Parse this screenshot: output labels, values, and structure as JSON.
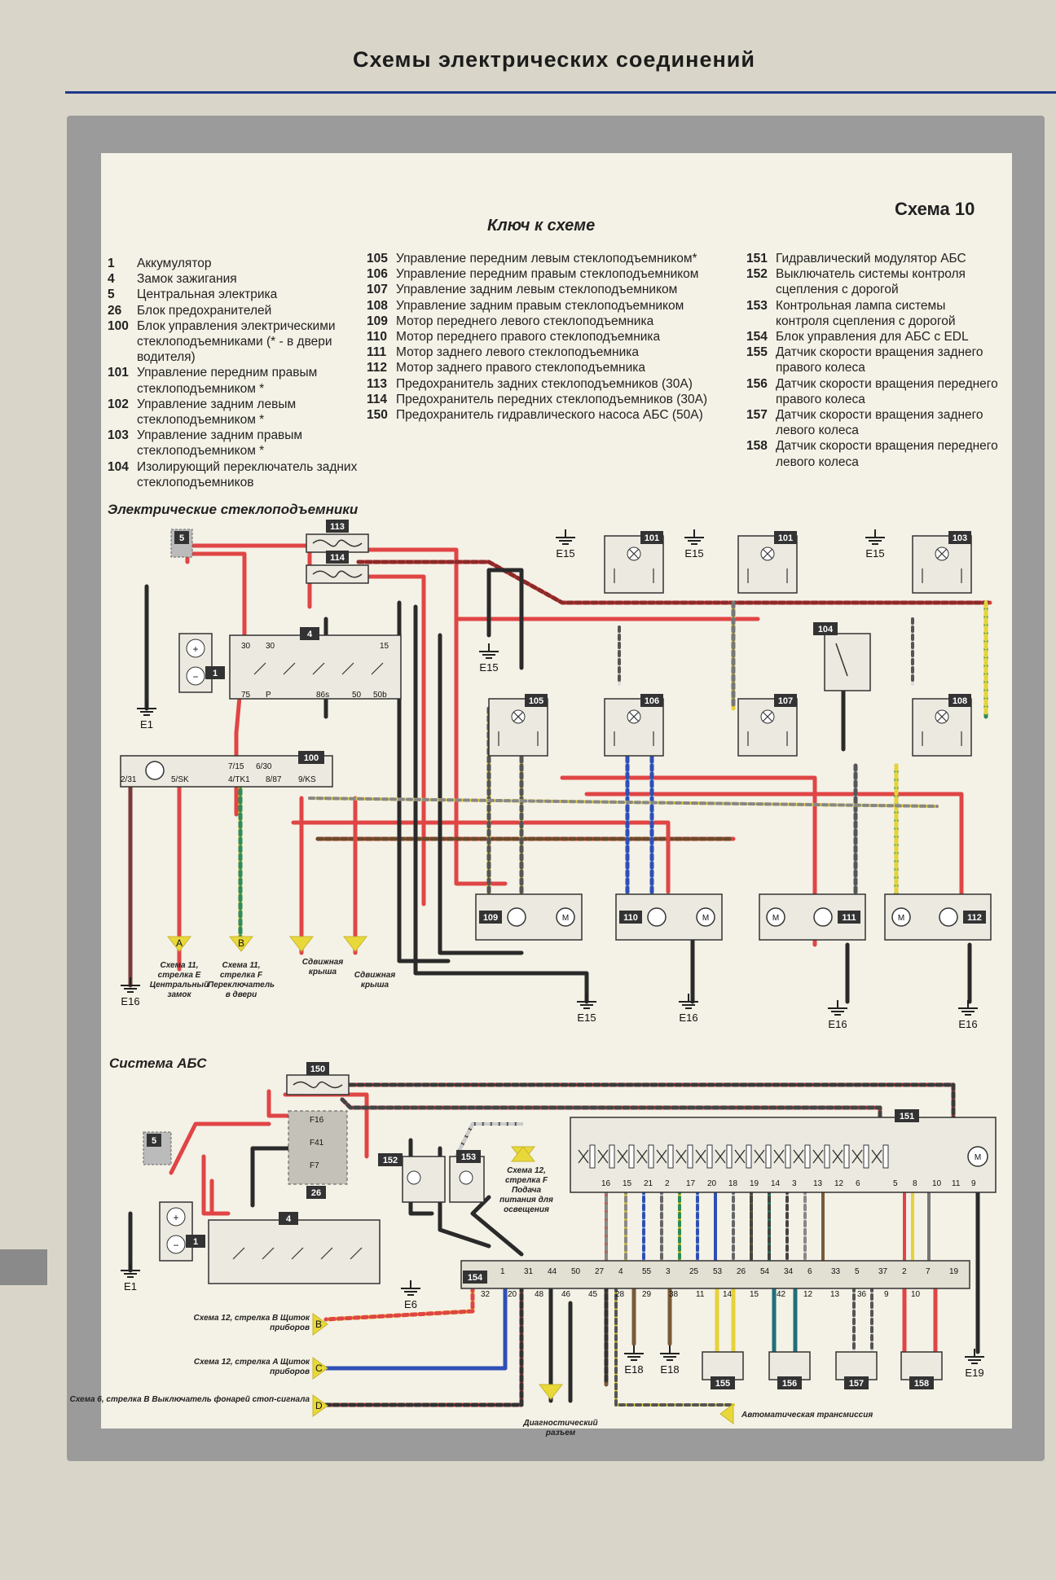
{
  "page_title": "Схемы электрических соединений",
  "schema_number": "Схема 10",
  "key_title": "Ключ к схеме",
  "key": {
    "col1": [
      {
        "num": "1",
        "text": "Аккумулятор"
      },
      {
        "num": "4",
        "text": "Замок зажигания"
      },
      {
        "num": "5",
        "text": "Центральная электрика"
      },
      {
        "num": "26",
        "text": "Блок предохранителей"
      },
      {
        "num": "100",
        "text": "Блок управления электрическими стеклоподъемниками (* - в двери водителя)"
      },
      {
        "num": "101",
        "text": "Управление передним правым стеклоподъемником *"
      },
      {
        "num": "102",
        "text": "Управление задним левым стеклоподъемником *"
      },
      {
        "num": "103",
        "text": "Управление задним правым стеклоподъемником *"
      },
      {
        "num": "104",
        "text": "Изолирующий переключатель задних стеклоподъемников"
      }
    ],
    "col2": [
      {
        "num": "105",
        "text": "Управление передним левым стеклоподъемником*"
      },
      {
        "num": "106",
        "text": "Управление передним правым стеклоподъемником"
      },
      {
        "num": "107",
        "text": "Управление задним левым стеклоподъемником"
      },
      {
        "num": "108",
        "text": "Управление задним правым стеклоподъемником"
      },
      {
        "num": "109",
        "text": "Мотор переднего левого стеклоподъемника"
      },
      {
        "num": "110",
        "text": "Мотор переднего правого стеклоподъемника"
      },
      {
        "num": "111",
        "text": "Мотор заднего левого стеклоподъемника"
      },
      {
        "num": "112",
        "text": "Мотор заднего правого стеклоподъемника"
      },
      {
        "num": "113",
        "text": "Предохранитель задних стеклоподъемников (30A)"
      },
      {
        "num": "114",
        "text": "Предохранитель передних стеклоподъемников (30A)"
      },
      {
        "num": "150",
        "text": "Предохранитель гидравлического насоса АБС (50A)"
      }
    ],
    "col3": [
      {
        "num": "151",
        "text": "Гидравлический модулятор АБС"
      },
      {
        "num": "152",
        "text": "Выключатель системы контроля сцепления с дорогой"
      },
      {
        "num": "153",
        "text": "Контрольная лампа системы контроля сцепления с дорогой"
      },
      {
        "num": "154",
        "text": "Блок управления для АБС с EDL"
      },
      {
        "num": "155",
        "text": "Датчик скорости вращения заднего правого колеса"
      },
      {
        "num": "156",
        "text": "Датчик скорости вращения переднего правого колеса"
      },
      {
        "num": "157",
        "text": "Датчик скорости вращения заднего левого колеса"
      },
      {
        "num": "158",
        "text": "Датчик скорости вращения переднего левого колеса"
      }
    ]
  },
  "sections": {
    "windows": "Электрические стеклоподъемники",
    "abs": "Система АБС"
  },
  "components": {
    "c1": "1",
    "c4": "4",
    "c5": "5",
    "c26": "26",
    "c100": "100",
    "c101a": "101",
    "c101b": "101",
    "c103": "103",
    "c104": "104",
    "c105": "105",
    "c106": "106",
    "c107": "107",
    "c108": "108",
    "c109": "109",
    "c110": "110",
    "c111": "111",
    "c112": "112",
    "c113": "113",
    "c114": "114",
    "c150": "150",
    "c151": "151",
    "c152": "152",
    "c153": "153",
    "c154": "154",
    "c155": "155",
    "c156": "156",
    "c157": "157",
    "c158": "158"
  },
  "grounds": {
    "e1a": "E1",
    "e15a": "E15",
    "e15b": "E15",
    "e15c": "E15",
    "e15d": "E15",
    "e16a": "E16",
    "e15e": "E15",
    "e16b": "E16",
    "e16c": "E16",
    "e16d": "E16",
    "e1b": "E1",
    "e6": "E6",
    "e18a": "E18",
    "e18b": "E18",
    "e19": "E19"
  },
  "pins": {
    "p100": [
      "2/31",
      "5/SK",
      "7/15",
      "6/30",
      "4/TK1",
      "8/87",
      "9/KS"
    ],
    "p4": [
      "30",
      "30",
      "15",
      "75",
      "P",
      "86s",
      "50",
      "50b"
    ],
    "p154_top": [
      "1",
      "31",
      "44",
      "50",
      "27",
      "4",
      "55",
      "3",
      "25",
      "53",
      "26",
      "54",
      "34",
      "6",
      "33",
      "5",
      "37",
      "2",
      "7",
      "19"
    ],
    "p154_bot": [
      "32",
      "20",
      "48",
      "46",
      "45",
      "28",
      "29",
      "38",
      "11",
      "14",
      "15",
      "42",
      "12",
      "13",
      "36",
      "9",
      "10"
    ],
    "p151": [
      "16",
      "15",
      "21",
      "2",
      "17",
      "20",
      "18",
      "19",
      "14",
      "3",
      "13",
      "12",
      "6",
      "5",
      "8",
      "10",
      "11",
      "9"
    ]
  },
  "arrows": {
    "a_text": "Схема 11, стрелка E Центральный замок",
    "b_text": "Схема 11, стрелка F Переключатель в двери",
    "roof1": "Сдвижная крыша",
    "roof2": "Сдвижная крыша",
    "lbl_a": "A",
    "lbl_b": "B",
    "abs_b_text": "Схема 12, стрелка B Щиток приборов",
    "abs_c_text": "Схема 12, стрелка A Щиток приборов",
    "abs_d_text": "Схема 6, стрелка B Выключатель фонарей стоп-сигнала",
    "lbl_absb": "B",
    "lbl_absc": "C",
    "lbl_absd": "D",
    "lighting": "Схема 12, стрелка F Подача питания для освещения",
    "diag": "Диагностический разъем",
    "auto": "Автоматическая трансмиссия"
  },
  "fuses": {
    "f16": "F16",
    "f41": "F41",
    "f7": "F7"
  },
  "colors": {
    "red": "#e04545",
    "black": "#2a2a2a",
    "brown": "#6b4a2a",
    "yellow": "#e6d23a",
    "blue": "#2f4fb5",
    "green": "#2e8b57",
    "badge": "#333333"
  }
}
